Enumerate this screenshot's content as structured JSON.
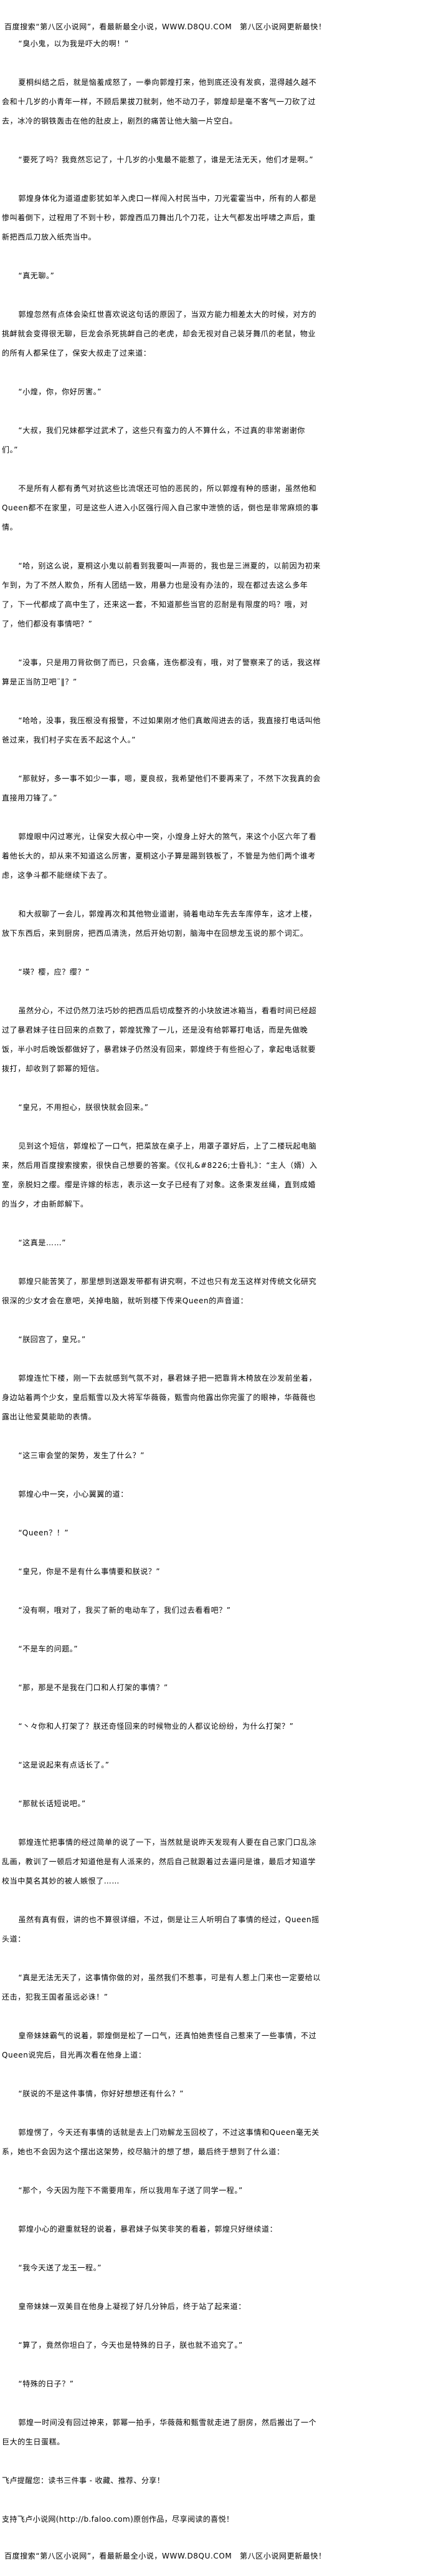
{
  "banner": "百度搜索“第八区小说网”，看最新最全小说，WWW.D8QU.COM　第八区小说网更新最快！",
  "paragraphs": [
    "“臭小鬼，以为我是吓大的啊！”",
    "夏桐纠结之后，就是恼羞成怒了，一拳向郭煌打来，他到底还没有发疯，混得越久越不会和十几岁的小青年一样，不顾后果拔刀就刺，他不动刀子，郭煌却是毫不客气一刀砍了过去，冰冷的钢铁轰击在他的肚皮上，剧烈的痛苦让他大脑一片空白。",
    "“要死了吗？我竟然忘记了，十几岁的小鬼最不能惹了，谁是无法无天，他们才是啊。”",
    "郭煌身体化为道道虚影犹如羊入虎口一样闯入村民当中，刀光霍霍当中，所有的人都是惨叫着倒下，过程用了不到十秒，郭煌西瓜刀舞出几个刀花，让大气都发出呼啸之声后，重新把西瓜刀放入纸壳当中。",
    "“真无聊。”",
    "郭煌忽然有点体会染红世喜欢说这句话的原因了，当双方能力相差太大的时候，对方的挑衅就会变得很无聊，巨龙会杀死挑衅自己的老虎，却会无视对自己装牙舞爪的老鼠，物业的所有人都呆住了，保安大叔走了过来道：",
    "“小煌，你，你好厉害。”",
    "“大叔，我们兄妹都学过武术了，这些只有蛮力的人不算什么，不过真的非常谢谢你们。”",
    "不是所有人都有勇气对抗这些比流氓还可怕的恶民的，所以郭煌有种的感谢，虽然他和Queen都不在家里，可是这些人进入小区强行闯入自己家中泄愤的话，倒也是非常麻烦的事情。",
    "“哈，别这么说，夏桐这小鬼以前看到我要叫一声哥的，我也是三洲夏的，以前因为初来乍到，为了不然人欺负，所有人团结一致，用暴力也是没有办法的，现在都过去这么多年了，下一代都成了高中生了，还来这一套，不知道那些当官的忍耐是有限度的吗？哦，对了，他们都没有事情吧？”",
    "“没事，只是用刀背砍倒了而已，只会痛，连伤都没有，哦，对了警察来了的话，我这样算是正当防卫吧¨‖？”",
    "“哈哈，没事，我压根没有报警，不过如果刚才他们真敢闯进去的话，我直接打电话叫他爸过来，我们村子实在丢不起这个人。”",
    "“那就好，多一事不如少一事，嗯，夏良叔，我希望他们不要再来了，不然下次我真的会直接用刀锋了。”",
    "郭煌眼中闪过寒光，让保安大叔心中一突，小煌身上好大的煞气，来这个小区六年了看着他长大的，却从来不知道这么厉害，夏桐这小子算是踢到铁板了，不管是为他们两个谁考虑，这争斗都不能继续下去了。",
    "和大叔聊了一会儿，郭煌再次和其他物业道谢，骑着电动车先去车库停车，这才上楼，放下东西后，来到厨房，把西瓜清洗，然后开始切割，脑海中在回想龙玉说的那个词汇。",
    "“瑛？樱，应？缨？”",
    "虽然分心，不过仍然刀法巧妙的把西瓜后切成整齐的小块放进冰箱当，看看时间已经超过了暴君妹子往日回来的点数了，郭煌犹豫了一儿，还是没有给郭幂打电话，而是先做晚饭，半小时后晚饭都做好了，暴君妹子仍然没有回来，郭煌终于有些担心了，拿起电话就要拨打，却收到了郭幂的短信。",
    "“皇兄，不用担心，朕很快就会回来。”",
    "见到这个短信，郭煌松了一口气，把菜放在桌子上，用罩子罩好后，上了二楼玩起电脑来，然后用百度搜索搜索，很快自己想要的答案。《仪礼&#8226;士昏礼》：“主人（婿）入室，亲脱妇之缨。缨是许嫁的标志，表示这一女子已经有了对象。这条束发丝绳，直到成婚的当夕，才由新郎解下。",
    "“这真是……”",
    "郭煌只能苦笑了，那里想到送跟发带都有讲究啊，不过也只有龙玉这样对传统文化研究很深的少女才会在意吧，关掉电脑，就听到楼下传来Queen的声音道：",
    "“朕回宫了，皇兄。”",
    "郭煌连忙下楼，刚一下去就感到气氛不对，暴君妹子把一把靠背木椅放在沙发前坐着，身边站着两个少女，皇后甄雪以及大将军华薇薇，甄雪向他露出你完蛋了的眼神，华薇薇也露出让他爱莫能助的表情。",
    "“这三审会堂的架势，发生了什么？”",
    "郭煌心中一突，小心翼翼的道：",
    "“Queen？！”",
    "“皇兄，你是不是有什么事情要和朕说？”",
    "“没有啊，哦对了，我买了新的电动车了，我们过去看看吧？”",
    "“不是车的问题。”",
    "“那，那是不是我在门口和人打架的事情？”",
    "“丶々你和人打架了？朕还奇怪回来的时候物业的人都议论纷纷，为什么打架？”",
    "“这是说起来有点话长了。”",
    "“那就长话短说吧。”",
    "郭煌连忙把事情的经过简单的说了一下，当然就是说昨天发现有人要在自己家门口乱涂乱画，教训了一顿后才知道他是有人派来的，然后自己就跟着过去逼问是谁，最后才知道学校当中莫名其妙的被人嫉恨了……",
    "虽然有真有假，讲的也不算很详细，不过，倒是让三人听明白了事情的经过，Queen摇头道：",
    "“真是无法无天了，这事情你做的对，虽然我们不惹事，可是有人惹上门来也一定要给以还击，犯我王国者虽远必诛！”",
    "皇帝妹妹霸气的说着，郭煌倒是松了一口气，还真怕她责怪自己惹来了一些事情，不过Queen说完后，目光再次看在他身上道：",
    "“朕说的不是这件事情，你好好想想还有什么？”",
    "郭煌愣了，今天还有事情的话就是去上门劝解龙玉回校了，不过这事情和Queen毫无关系，她也不会因为这个摆出这架势，绞尽脑汁的想了想，最后终于想到了什么道：",
    "“那个，今天因为陛下不需要用车，所以我用车子送了同学一程。”",
    "郭煌小心的避重就轻的说着，暴君妹子似笑非笑的看着，郭煌只好继续道：",
    "“我今天送了龙玉一程。”",
    "皇帝妹妹一双美目在他身上凝视了好几分钟后，终于站了起来道：",
    "“算了，竟然你坦白了，今天也是特殊的日子，朕也就不追究了。”",
    "“特殊的日子？”",
    "郭煌一时间没有回过神来，郭幂一拍手，华薇薇和甄雪就走进了厨房，然后搬出了一个巨大的生日蛋糕。"
  ],
  "footer": {
    "reminder": "飞卢提醒您：读书三件事 - 收藏、推荐、分享！",
    "support": "支持飞卢小说网(http://b.faloo.com)原创作品，尽享阅读的喜悦！",
    "banner": "百度搜索“第八区小说网”，看最新最全小说，WWW.D8QU.COM　第八区小说网更新最快！"
  }
}
